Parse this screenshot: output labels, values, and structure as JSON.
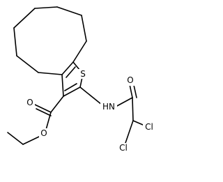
{
  "molecule": {
    "atoms": {
      "sulfur": "S",
      "amide_nitrogen": "HN",
      "amide_oxygen": "O",
      "chlorine_upper": "Cl",
      "chlorine_lower": "Cl",
      "carbonyl_oxygen": "O",
      "ester_oxygen": "O"
    }
  }
}
